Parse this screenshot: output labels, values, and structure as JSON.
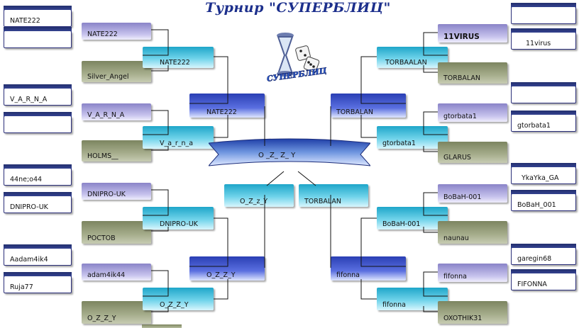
{
  "title": "Турнир \"СУПЕРБЛИЦ\"",
  "logo_text": "СУПЕРБЛИЦ",
  "final": {
    "winner": "O _Z_ Z_ Y"
  },
  "semifinal": {
    "left": "O_Z_z_Y",
    "right": "TORBALAN"
  },
  "left": {
    "r1": [
      "NATE222",
      "",
      "V_A_R_N_A",
      "",
      "44ne;o44",
      "DNIPRO-UK",
      "Aadam4ik4",
      "Ruja77"
    ],
    "r2": [
      "NATE222",
      "Silver_Angel",
      "V_A_R_N_A",
      "HOLMS__",
      "DNIPRO-UK",
      "РОСТОВ",
      "adam4ik44",
      "O_Z_Z_Y"
    ],
    "r3": [
      "NATE222",
      "V_a_r_n_a",
      "DNIPRO-UK",
      "O_Z_Z_Y"
    ],
    "r4": [
      "NATE222",
      "O_Z_Z_Y"
    ]
  },
  "right": {
    "r1": [
      "",
      "11virus",
      "",
      "gtorbata1",
      "YkaYka_GA",
      "BoBaH_001",
      "garegin68",
      "FIFONNA"
    ],
    "r2": [
      "11VIRUS",
      "TORBALAN",
      "gtorbata1",
      "GLARUS",
      "BoBaH-001",
      "naunau",
      "fifonna",
      "OXOTHIK31"
    ],
    "r3": [
      "TORBAALAN",
      "gtorbata1",
      "BoBaH-001",
      "fifonna"
    ],
    "r4": [
      "TORBALAN",
      "fifonna"
    ]
  },
  "colors": {
    "navy": "#23306e",
    "lavender": "#8a84c8",
    "olive": "#7c8560",
    "cyan": "#1ea6c9",
    "blue": "#2a3fb4"
  }
}
